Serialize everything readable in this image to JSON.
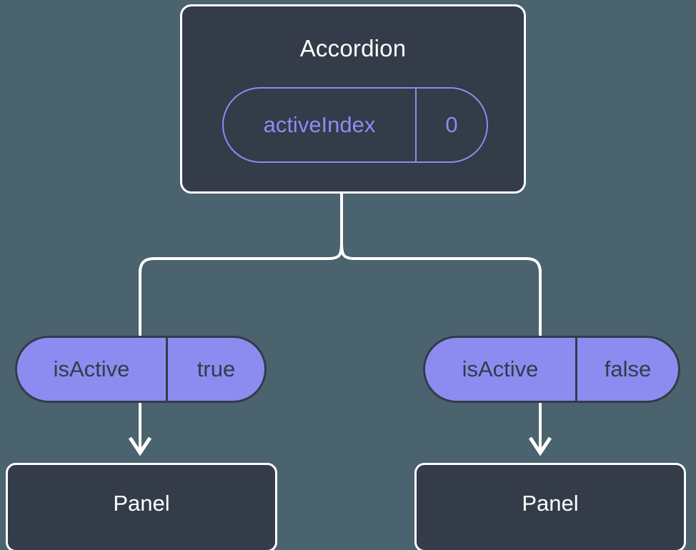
{
  "theme": {
    "background": "#4a636e",
    "node_fill": "#343b49",
    "node_stroke": "#ffffff",
    "accent_purple": "#8c8cf0",
    "text_light": "#ffffff",
    "text_dark": "#343b49"
  },
  "diagram": {
    "type": "component-tree",
    "root": {
      "title": "Accordion",
      "prop": {
        "key": "activeIndex",
        "value": "0"
      }
    },
    "branches": [
      {
        "prop": {
          "key": "isActive",
          "value": "true"
        },
        "child": {
          "title": "Panel"
        }
      },
      {
        "prop": {
          "key": "isActive",
          "value": "false"
        },
        "child": {
          "title": "Panel"
        }
      }
    ]
  }
}
